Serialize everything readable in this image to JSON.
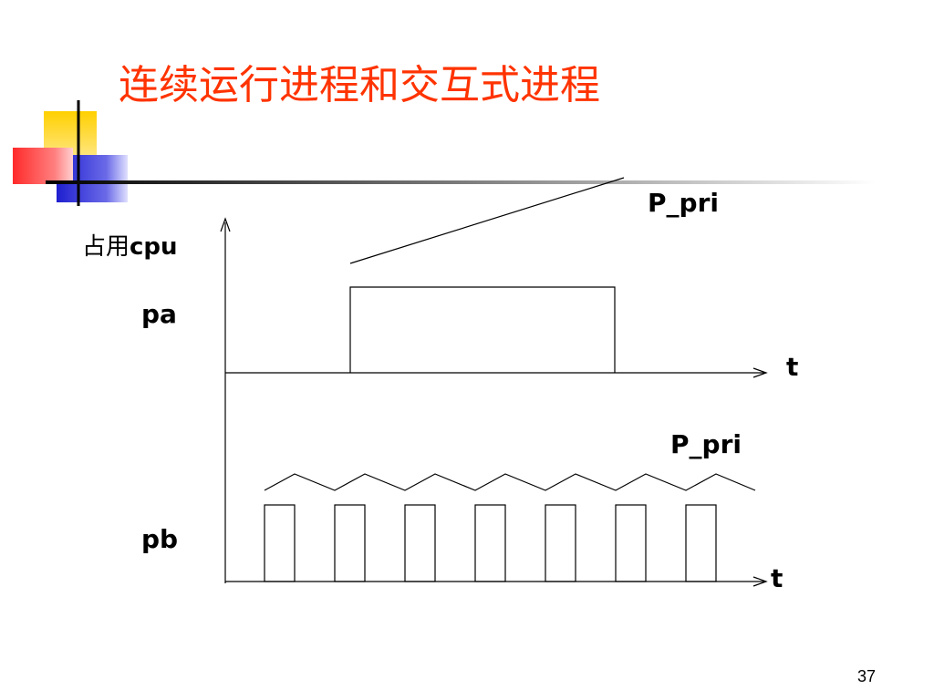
{
  "slide": {
    "title": "连续运行进程和交互式进程",
    "page_number": "37"
  },
  "diagram": {
    "y_axis_label_prefix": "占用",
    "y_axis_label_suffix": "cpu",
    "process_a_label": "pa",
    "process_b_label": "pb",
    "time_axis_label_top": "t",
    "time_axis_label_bottom": "t",
    "priority_label_top": "P_pri",
    "priority_label_bottom": "P_pri"
  },
  "colors": {
    "title": "#ff3300",
    "deco_yellow": "#ffd700",
    "deco_red": "#ff3b3b",
    "deco_blue": "#2a2ad6"
  },
  "icons": {
    "slide_decoration": "color-blocks-crosshair"
  }
}
